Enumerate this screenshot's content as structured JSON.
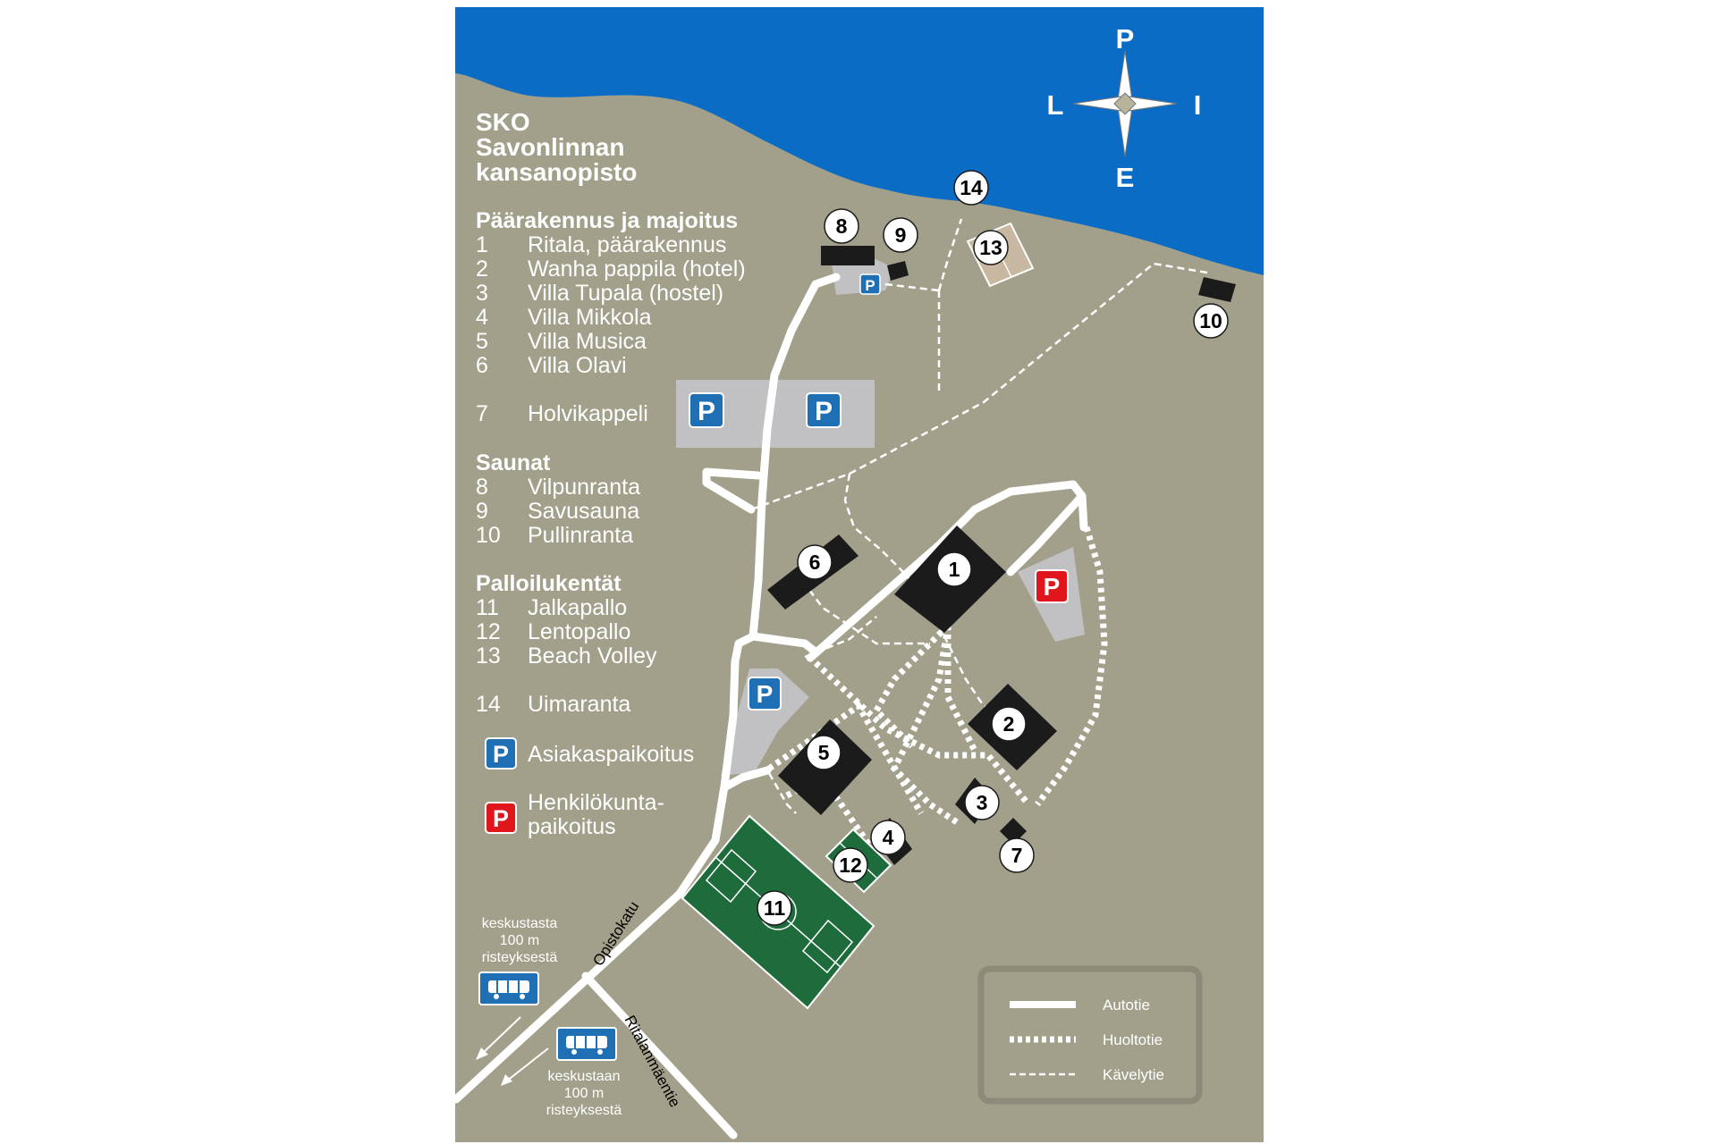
{
  "title": {
    "lines": [
      "SKO",
      "Savonlinnan",
      "kansanopisto"
    ]
  },
  "compass": {
    "north": "P",
    "south": "E",
    "west": "L",
    "east": "I"
  },
  "legend": {
    "group_main": {
      "heading": "Päärakennus ja majoitus",
      "items": [
        {
          "number": "1",
          "name": "Ritala, päärakennus"
        },
        {
          "number": "2",
          "name": "Wanha pappila (hotel)"
        },
        {
          "number": "3",
          "name": "Villa Tupala (hostel)"
        },
        {
          "number": "4",
          "name": "Villa Mikkola"
        },
        {
          "number": "5",
          "name": "Villa Musica"
        },
        {
          "number": "6",
          "name": "Villa Olavi"
        },
        {
          "number": "7",
          "name": "Holvikappeli"
        }
      ]
    },
    "group_saunas": {
      "heading": "Saunat",
      "items": [
        {
          "number": "8",
          "name": "Vilpunranta"
        },
        {
          "number": "9",
          "name": "Savusauna"
        },
        {
          "number": "10",
          "name": "Pullinranta"
        }
      ]
    },
    "group_fields": {
      "heading": "Palloilukentät",
      "items": [
        {
          "number": "11",
          "name": "Jalkapallo"
        },
        {
          "number": "12",
          "name": "Lentopallo"
        },
        {
          "number": "13",
          "name": "Beach Volley"
        },
        {
          "number": "14",
          "name": "Uimaranta"
        }
      ]
    },
    "parking": {
      "symbol": "P",
      "customer": "Asiakaspaikoitus",
      "staff_line1": "Henkilökunta-",
      "staff_line2": "paikoitus"
    }
  },
  "road_key": {
    "car_road": "Autotie",
    "service_road": "Huoltotie",
    "walkway": "Kävelytie"
  },
  "streets": {
    "opistokatu": "Opistokatu",
    "ritalanmaentie": "Ritalanmäentie"
  },
  "bus": {
    "from_line1": "keskustasta",
    "from_line2": "100 m",
    "from_line3": "risteyksestä",
    "to_line1": "keskustaan",
    "to_line2": "100 m",
    "to_line3": "risteyksestä"
  },
  "markers": [
    "1",
    "2",
    "3",
    "4",
    "5",
    "6",
    "7",
    "8",
    "9",
    "10",
    "11",
    "12",
    "13",
    "14"
  ],
  "colors": {
    "water": "#0a6cc4",
    "land": "#a29f8a",
    "building": "#1b1b1b",
    "parking_area": "#c1c1c3",
    "customer_parking": "#1f6fb5",
    "staff_parking": "#e0161c",
    "football_field": "#1e6b3c",
    "sand_court": "#c8b8a2",
    "road": "#ffffff"
  }
}
